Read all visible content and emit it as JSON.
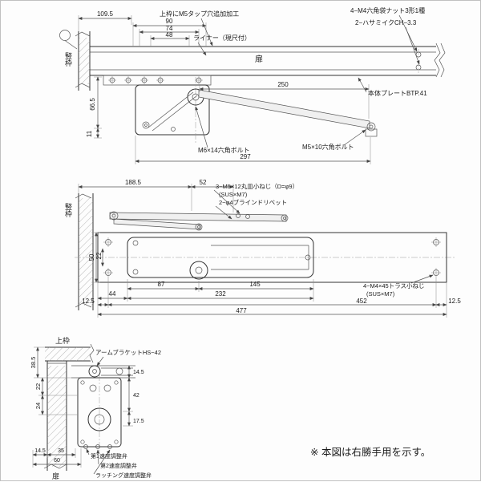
{
  "top_view": {
    "frame_label": "竪枠",
    "dim_109_5": "109.5",
    "dim_90": "90",
    "dim_74": "74",
    "dim_48": "48",
    "dim_66_5": "66.5",
    "dim_11": "11",
    "dim_250": "250",
    "dim_297": "297",
    "label_tap_hole": "上枠にM5タップ穴追加加工",
    "label_cap_nut": "4−M4六角袋ナット3形1種",
    "label_hasami": "2−ハサミイクCH−3.3",
    "label_liner": "ライナー（現尺付）",
    "label_door": "扉",
    "label_body_plate": "本体プレートBTP.41",
    "label_bolt_m6": "M6×14六角ボルト",
    "label_bolt_m5": "M5×10六角ボルト"
  },
  "plan_view": {
    "frame_label": "竪枠",
    "dim_188_5": "188.5",
    "dim_52": "52",
    "dim_50": "50",
    "dim_22": "22",
    "dim_87": "87",
    "dim_145": "145",
    "dim_44": "44",
    "dim_232": "232",
    "dim_12_5_left": "12.5",
    "dim_452": "452",
    "dim_12_5_right": "12.5",
    "dim_477": "477",
    "label_flat_screw": "3−M5×12丸皿小ねじ（D=φ9）",
    "label_flat_screw_sub": "(SUS×M7)",
    "label_blind_rivet": "2−φ4ブラインドリベット",
    "label_truss_screw": "4−M4×45トラス小ねじ",
    "label_truss_screw_sub": "(SUS×M7)"
  },
  "section_view": {
    "label_top_frame": "上枠",
    "label_arm_bracket": "アームブラケットHS−42",
    "dim_38_5": "38.5",
    "dim_22": "22",
    "dim_24": "24",
    "dim_14_5_right": "14.5",
    "dim_42": "42",
    "dim_17_5": "17.5",
    "dim_14_5_bottom": "14.5",
    "dim_35": "35",
    "dim_60": "60",
    "label_valve_1": "第1速度調整弁",
    "label_valve_2": "第2速度調整弁",
    "label_valve_latch": "ラッチング速度調整弁",
    "label_door": "扉"
  },
  "note": {
    "text": "※ 本図は右勝手用を示す。"
  }
}
